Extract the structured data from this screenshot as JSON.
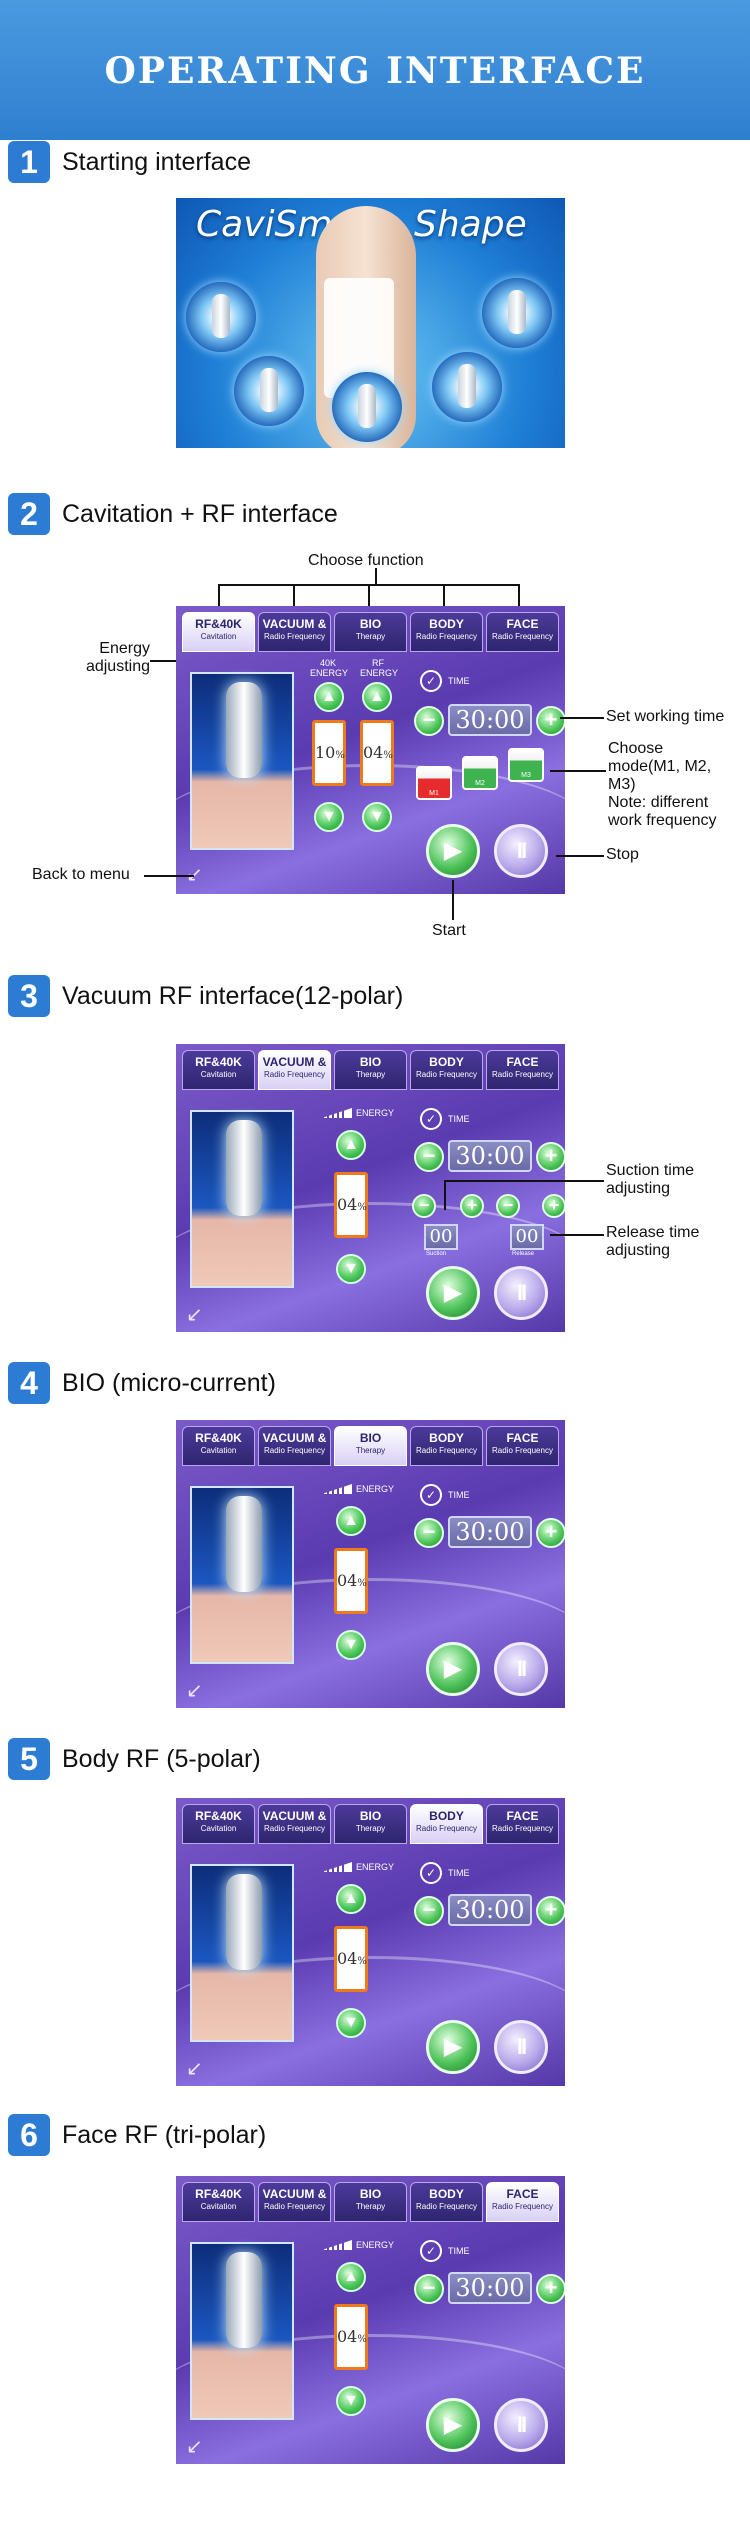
{
  "header": {
    "title": "OPERATING INTERFACE"
  },
  "sections": [
    {
      "num": "1",
      "title": "Starting interface"
    },
    {
      "num": "2",
      "title": "Cavitation + RF interface"
    },
    {
      "num": "3",
      "title": "Vacuum RF interface(12-polar)"
    },
    {
      "num": "4",
      "title": "BIO (micro-current)"
    },
    {
      "num": "5",
      "title": "Body RF (5-polar)"
    },
    {
      "num": "6",
      "title": "Face RF (tri-polar)"
    }
  ],
  "start_screen": {
    "brand_left": "CaviSm",
    "brand_right": "Shape"
  },
  "tabs": [
    {
      "name": "RF&40K",
      "sub": "Cavitation"
    },
    {
      "name": "VACUUM &",
      "sub": "Radio Frequency"
    },
    {
      "name": "BIO",
      "sub": "Therapy"
    },
    {
      "name": "BODY",
      "sub": "Radio Frequency"
    },
    {
      "name": "FACE",
      "sub": "Radio Frequency"
    }
  ],
  "screen": {
    "time_label": "TIME",
    "time_value": "30:00",
    "energy_label": "ENERGY",
    "energy_value": "04",
    "energy_unit": "%",
    "cav_energy_label": "40K ENERGY",
    "rf_energy_label": "RF ENERGY",
    "cav_energy_value": "10",
    "modes": [
      "M1",
      "M2",
      "M3"
    ],
    "suction_value": "00",
    "release_value": "00",
    "suction_mini": "Suction",
    "release_mini": "Release"
  },
  "annotations": {
    "choose_function": "Choose function",
    "energy_adjusting": "Energy adjusting",
    "set_working_time": "Set working time",
    "choose_mode": "Choose mode(M1, M2, M3)",
    "mode_note": "Note: different work frequency",
    "back_to_menu": "Back to menu",
    "stop": "Stop",
    "start": "Start",
    "suction_time": "Suction time adjusting",
    "release_time": "Release time adjusting"
  },
  "icons": {
    "minus": "−",
    "plus": "+",
    "play": "▶",
    "pause": "II",
    "check": "✓",
    "back": "↙",
    "up": "▲",
    "down": "▼"
  },
  "colors": {
    "banner": "#2f7fd0",
    "badge": "#2d7cd4",
    "screen": "#5a3bb0",
    "button_green": "#4cc85a",
    "energy_bar": "#f07a1a"
  }
}
